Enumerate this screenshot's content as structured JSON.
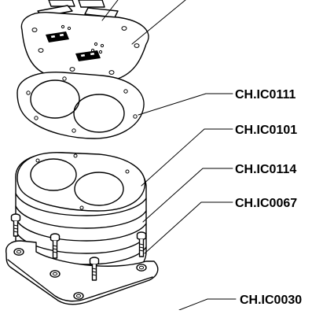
{
  "labels": [
    {
      "id": "gasket-upper",
      "text": "CH.IC0111"
    },
    {
      "id": "cylinder-block",
      "text": "CH.IC0101"
    },
    {
      "id": "cylinder-ring",
      "text": "CH.IC0114"
    },
    {
      "id": "bolt",
      "text": "CH.IC0067"
    },
    {
      "id": "base-gasket",
      "text": "CH.IC0030"
    }
  ]
}
